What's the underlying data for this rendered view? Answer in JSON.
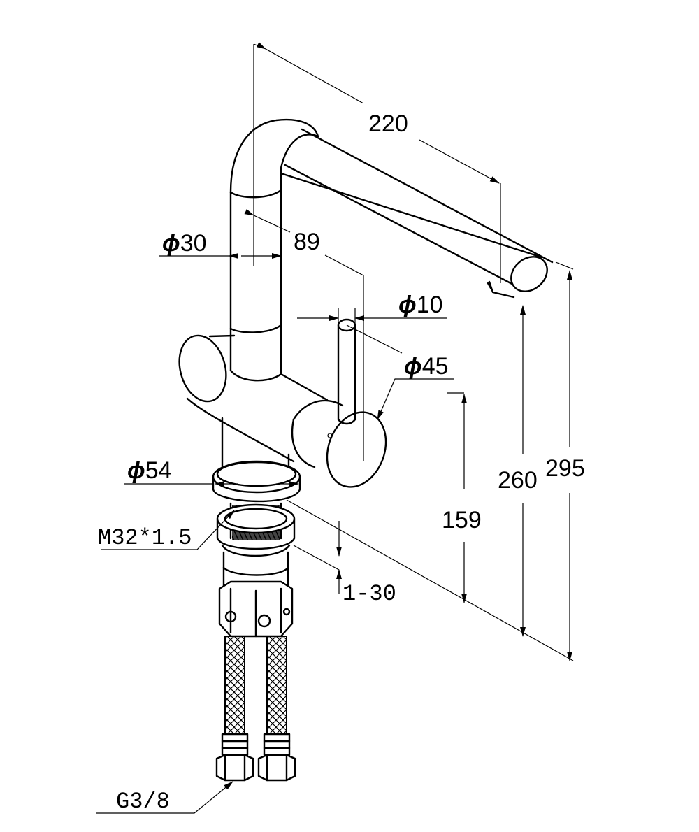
{
  "dimensions": {
    "spout_reach": "220",
    "spout_offset": "89",
    "spout_diameter": "30",
    "handle_diameter": "10",
    "body_diameter": "45",
    "base_diameter": "54",
    "thread": "M32*1.5",
    "deck_thickness": "1-30",
    "handle_height": "159",
    "outlet_height": "260",
    "total_height": "295",
    "hose_connection": "G3/8"
  },
  "symbols": {
    "diameter": "ϕ"
  },
  "colors": {
    "line": "#000000",
    "background": "#ffffff"
  }
}
